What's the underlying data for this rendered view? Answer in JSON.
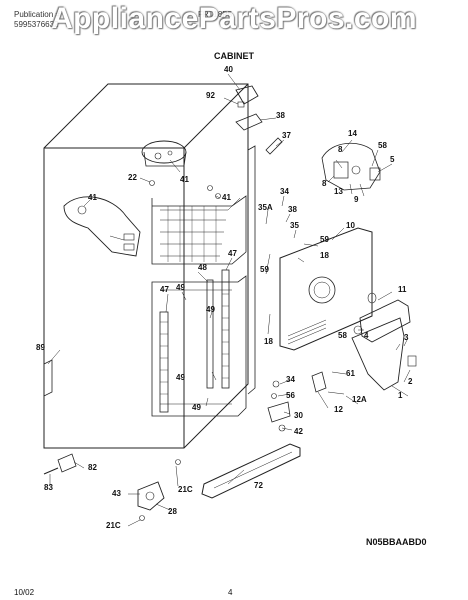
{
  "header": {
    "publication_label": "Publication #",
    "publication_no": "5995376632",
    "model": "FRT18P5"
  },
  "watermark": "AppliancePartsPros.com",
  "title": "CABINET",
  "callouts": [
    {
      "id": "c40",
      "text": "40"
    },
    {
      "id": "c92",
      "text": "92"
    },
    {
      "id": "c38a",
      "text": "38"
    },
    {
      "id": "c37",
      "text": "37"
    },
    {
      "id": "c14",
      "text": "14"
    },
    {
      "id": "c58a",
      "text": "58"
    },
    {
      "id": "c8a",
      "text": "8"
    },
    {
      "id": "c5",
      "text": "5"
    },
    {
      "id": "c8b",
      "text": "8"
    },
    {
      "id": "c13",
      "text": "13"
    },
    {
      "id": "c9",
      "text": "9"
    },
    {
      "id": "c22",
      "text": "22"
    },
    {
      "id": "c41a",
      "text": "41"
    },
    {
      "id": "c41b",
      "text": "41"
    },
    {
      "id": "c41c",
      "text": "41"
    },
    {
      "id": "c34a",
      "text": "34"
    },
    {
      "id": "c35A",
      "text": "35A"
    },
    {
      "id": "c38b",
      "text": "38"
    },
    {
      "id": "c35",
      "text": "35"
    },
    {
      "id": "c10",
      "text": "10"
    },
    {
      "id": "c59a",
      "text": "59"
    },
    {
      "id": "c18a",
      "text": "18"
    },
    {
      "id": "c59b",
      "text": "59"
    },
    {
      "id": "c47a",
      "text": "47"
    },
    {
      "id": "c48",
      "text": "48"
    },
    {
      "id": "c47b",
      "text": "47"
    },
    {
      "id": "c49a",
      "text": "49"
    },
    {
      "id": "c49b",
      "text": "49"
    },
    {
      "id": "c11",
      "text": "11"
    },
    {
      "id": "c18b",
      "text": "18"
    },
    {
      "id": "c58b",
      "text": "58"
    },
    {
      "id": "c4",
      "text": "4"
    },
    {
      "id": "c3",
      "text": "3"
    },
    {
      "id": "c89",
      "text": "89"
    },
    {
      "id": "c61",
      "text": "61"
    },
    {
      "id": "c2",
      "text": "2"
    },
    {
      "id": "c49c",
      "text": "49"
    },
    {
      "id": "c34b",
      "text": "34"
    },
    {
      "id": "c1",
      "text": "1"
    },
    {
      "id": "c56",
      "text": "56"
    },
    {
      "id": "c12",
      "text": "12"
    },
    {
      "id": "c12A",
      "text": "12A"
    },
    {
      "id": "c49d",
      "text": "49"
    },
    {
      "id": "c30",
      "text": "30"
    },
    {
      "id": "c42",
      "text": "42"
    },
    {
      "id": "c82",
      "text": "82"
    },
    {
      "id": "c83",
      "text": "83"
    },
    {
      "id": "c21Ca",
      "text": "21C"
    },
    {
      "id": "c72",
      "text": "72"
    },
    {
      "id": "c43",
      "text": "43"
    },
    {
      "id": "c28",
      "text": "28"
    },
    {
      "id": "c21Cb",
      "text": "21C"
    }
  ],
  "diagram_code": "N05BBAABD0",
  "footer": {
    "date": "10/02",
    "page": "4"
  }
}
